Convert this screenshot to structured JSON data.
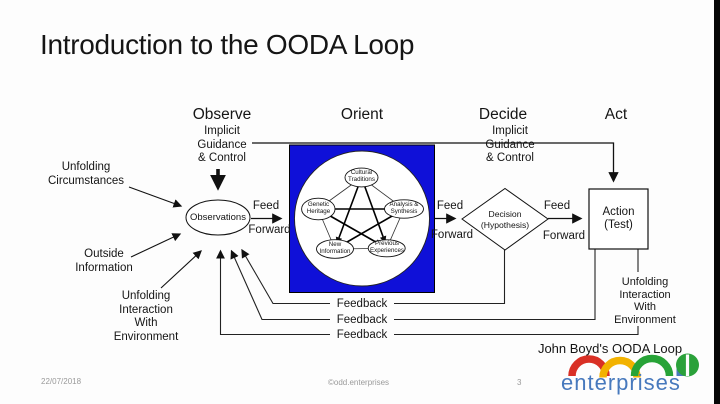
{
  "slide": {
    "title": "Introduction to the OODA Loop"
  },
  "headers": {
    "observe": "Observe",
    "orient": "Orient",
    "decide": "Decide",
    "act": "Act"
  },
  "labels": {
    "implicit_guidance": "Implicit\nGuidance\n& Control",
    "unfolding_circumstances": "Unfolding\nCircumstances",
    "outside_information": "Outside\nInformation",
    "unfolding_interaction": "Unfolding\nInteraction\nWith\nEnvironment",
    "feed": "Feed",
    "forward": "Forward",
    "feedback": "Feedback",
    "caption": "John Boyd's OODA Loop"
  },
  "nodes": {
    "observations": "Observations",
    "cultural_traditions": "Cultural\nTraditions",
    "genetic_heritage": "Genetic\nHeritage",
    "analysis_synthesis": "Analysis &\nSynthesis",
    "new_information": "New\nInformation",
    "previous_experiences": "Previous\nExperiences",
    "decision": "Decision\n(Hypothesis)",
    "action": "Action\n(Test)"
  },
  "colors": {
    "orient_box": "#0f10d8",
    "logo_red": "#d93025",
    "logo_yellow": "#f2b200",
    "logo_green": "#27a337",
    "logo_blue": "#4779bd"
  },
  "footer": {
    "date": "22/07/2018",
    "copyright": "©odd.enterprises",
    "page": "3"
  },
  "logo": {
    "text": "enterprises"
  }
}
